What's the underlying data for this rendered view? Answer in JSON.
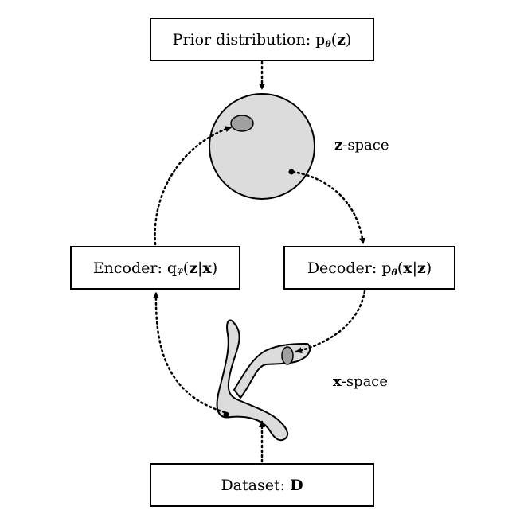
{
  "boxes": {
    "prior": {
      "label": "Prior distribution: p",
      "sub": "θ",
      "open": "(",
      "var1": "z",
      "close": ")"
    },
    "encoder": {
      "label": "Encoder: q",
      "sub": "φ",
      "open": "(",
      "var1": "z",
      "bar": "|",
      "var2": "x",
      "close": ")"
    },
    "decoder": {
      "label": "Decoder: p",
      "sub": "θ",
      "open": "(",
      "var1": "x",
      "bar": "|",
      "var2": "z",
      "close": ")"
    },
    "dataset": {
      "label": "Dataset: ",
      "var1": "D"
    }
  },
  "spaces": {
    "z": {
      "var": "z",
      "suffix": "-space"
    },
    "x": {
      "var": "x",
      "suffix": "-space"
    }
  },
  "colors": {
    "region_fill": "#dcdcdc",
    "ellipse_fill": "#a0a0a0",
    "stroke": "#000000"
  }
}
